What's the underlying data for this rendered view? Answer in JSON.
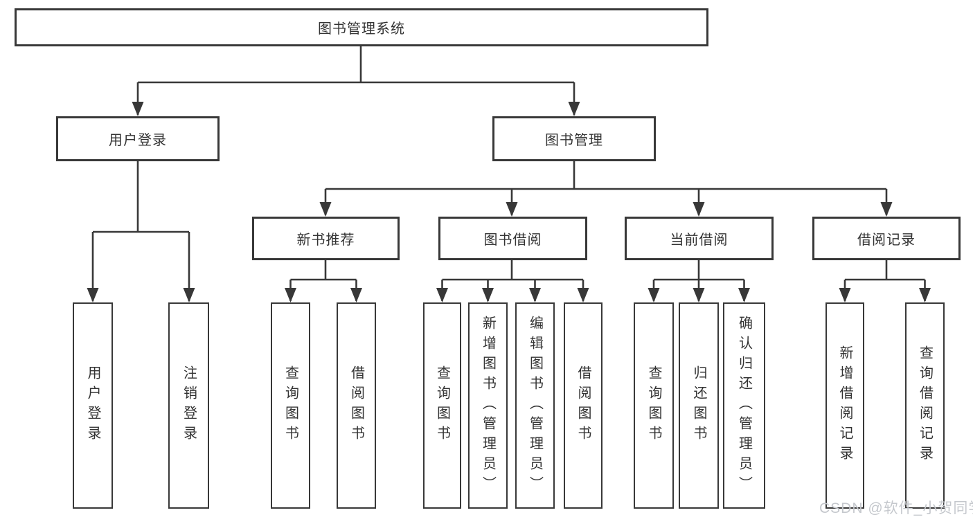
{
  "diagram_title": "图书管理系统",
  "chart": {
    "root": "图书管理系统",
    "groups": [
      {
        "parent": "用户登录",
        "leaves": [
          "用户登录",
          "注销登录"
        ]
      },
      {
        "parent": "图书管理",
        "subgroups": [
          {
            "parent": "新书推荐",
            "leaves": [
              "查询图书",
              "借阅图书"
            ]
          },
          {
            "parent": "图书借阅",
            "leaves": [
              "查询图书",
              "新增图书（管理员）",
              "编辑图书（管理员）",
              "借阅图书"
            ]
          },
          {
            "parent": "当前借阅",
            "leaves": [
              "查询图书",
              "归还图书",
              "确认归还（管理员）"
            ]
          },
          {
            "parent": "借阅记录",
            "leaves": [
              "新增借阅记录",
              "查询借阅记录"
            ]
          }
        ]
      }
    ]
  },
  "watermark": {
    "text": "CSDN @软件_小贺同学"
  },
  "colors": {
    "line": "#383838",
    "text": "#333333",
    "watermark": "#c5c8cd",
    "background": "#ffffff"
  }
}
